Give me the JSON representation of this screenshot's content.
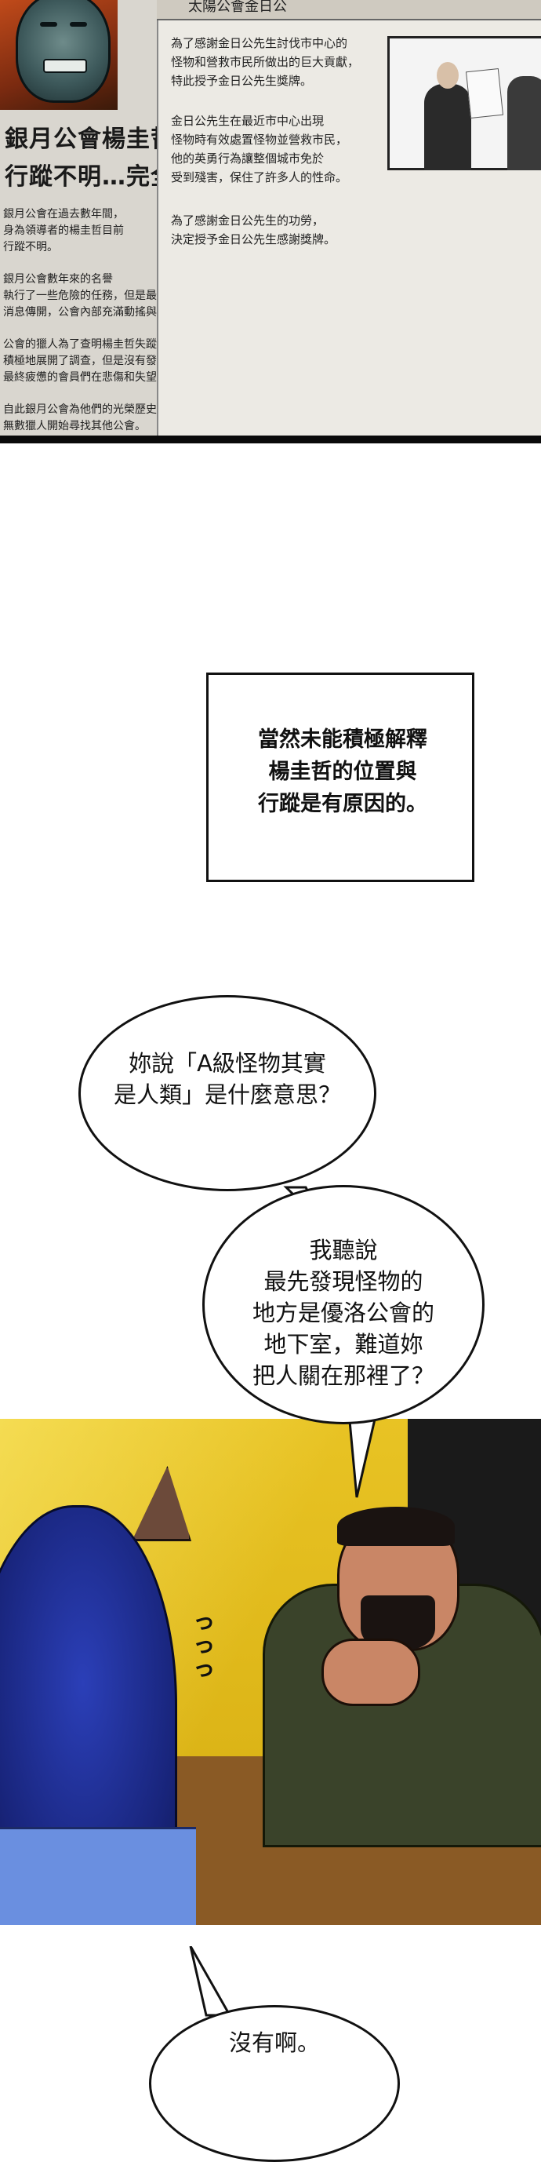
{
  "newspaper": {
    "headline_line1": "銀月公會楊圭哲",
    "headline_line2": "行蹤不明…完全",
    "left_lines": [
      "銀月公會在過去數年間，",
      "身為領導者的楊圭哲目前",
      "行蹤不明。",
      "銀月公會數年來的名譽",
      "執行了一些危險的任務，但是最近隨著楊圭哲團長失蹤的",
      "消息傳開，公會內部充滿動搖與不安。",
      "公會的獵人為了查明楊圭哲失蹤的理由和尋找他，",
      "積極地展開了調查，但是沒有發現任何線索和蹤跡，",
      "最終疲憊的會員們在悲傷和失望之中決定解散銀月公會。",
      "自此銀月公會為他們的光榮歷史劃下了句點。",
      "無數獵人開始尋找其他公會。"
    ],
    "right_title": "太陽公會金日公",
    "right_lines": [
      "為了感謝金日公先生討伐市中心的",
      "怪物和營救市民所做出的巨大貢獻，",
      "特此授予金日公先生獎牌。",
      "金日公先生在最近市中心出現",
      "怪物時有效處置怪物並營救市民，",
      "他的英勇行為讓整個城市免於",
      "受到殘害，保住了許多人的性命。",
      "為了感謝金日公先生的功勞，",
      "決定授予金日公先生感謝獎牌。"
    ]
  },
  "narration": {
    "line1": "當然未能積極解釋",
    "line2": "楊圭哲的位置與",
    "line3": "行蹤是有原因的。"
  },
  "bubble1": {
    "line1": "妳說「A級怪物其實",
    "line2": "是人類」是什麼意思？"
  },
  "bubble2": {
    "line1": "我聽說",
    "line2": "最先發現怪物的",
    "line3": "地方是優洛公會的",
    "line4": "地下室，難道妳",
    "line5": "把人關在那裡了？"
  },
  "scene": {
    "sigh": "っっっ"
  },
  "bubble3": {
    "line1": "沒有啊。"
  }
}
